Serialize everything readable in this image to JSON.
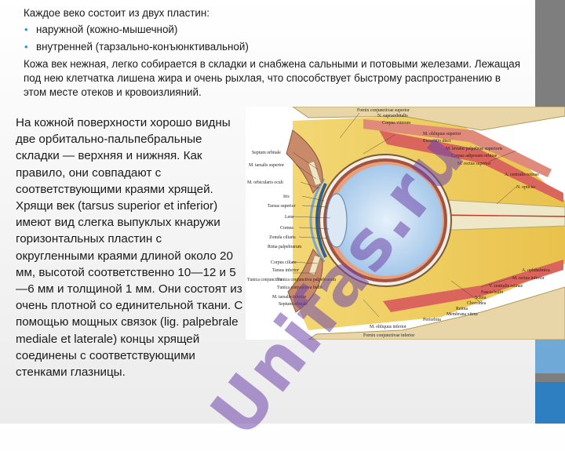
{
  "intro": {
    "heading": "Каждое веко состоит из двух пластин:",
    "bullets": [
      "наружной (кожно-мышечной)",
      "внутренней (тарзально-конъюнктивальной)"
    ],
    "paragraph": "Кожа век нежная, легко собирается в складки и снабжена сальными и потовыми железами. Лежащая под нею клетчатка лишена жира и очень рыхлая, что способствует быстрому распространению в этом месте отеков и кровоизлияний."
  },
  "body_text": {
    "paragraph1": "На кожной поверхности хорошо видны две орбитально-пальпебральные складки — верхняя и нижняя. Как правило, они совпадают с соответствующими краями хрящей.",
    "paragraph2": "Хрящи век (tarsus superior et inferior) имеют вид слегка выпуклых кнаружи горизонтальных пластин с округленными краями длиной около 20 мм, высотой соответственно 10—12 и 5—6 мм и толщиной 1 мм. Они состоят из очень плотной со единительной ткани. С помощью мощных связок (lig. palpebrale mediale et laterale) концы хрящей соединены с соответствующими стенками глазницы."
  },
  "watermark": "Unifas.ru",
  "figure": {
    "labels": [
      "Fornix conjunctivae superior",
      "N. supraorbitalis",
      "Corpus vitreum",
      "M. obliquus superior",
      "Excavatio disci",
      "Septum orbitale",
      "M. levator palpebrae superioris",
      "Corpus adiposum orbitae",
      "M. tarsalis superior",
      "M. rectus superior",
      "A. centralis retinae",
      "M. orbicularis oculi",
      "N. opticus",
      "Iris",
      "Tarsus superior",
      "Lens",
      "Cornea",
      "Zonula ciliaris",
      "Rima palpebrarum",
      "Corpus ciliare",
      "Tarsus inferior",
      "Tunica conjunctiva",
      "Tunica conjunctiva palpebrarum",
      "Tunica conjunctiva bulbi",
      "A. ophthalmica",
      "M. rectus inferior",
      "V. centralis retinae",
      "Fascia bulbi",
      "Sclera",
      "Choroidea",
      "Retina",
      "Membrana vitrea",
      "M. tarsalis inferior",
      "Septum orbitale",
      "Periorbita",
      "M. obliquus inferior",
      "Fornix conjunctivae inferior"
    ]
  },
  "colors": {
    "bullet": "#3a8fd0",
    "watermark": "#6e46aa",
    "accent_blue": "#2e7fc2",
    "accent_light_blue": "#6ea9d8",
    "side_bar": "#7e7e7e"
  }
}
